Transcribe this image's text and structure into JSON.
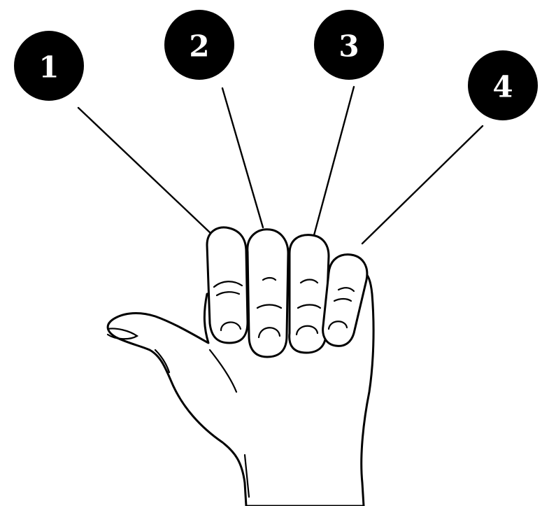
{
  "labels": [
    {
      "id": "1",
      "text": "1"
    },
    {
      "id": "2",
      "text": "2"
    },
    {
      "id": "3",
      "text": "3"
    },
    {
      "id": "4",
      "text": "4"
    }
  ],
  "colors": {
    "ink": "#000000",
    "paper": "#ffffff",
    "badge_text": "#ffffff"
  },
  "illustration": {
    "subject": "hand-with-curled-fingers"
  }
}
